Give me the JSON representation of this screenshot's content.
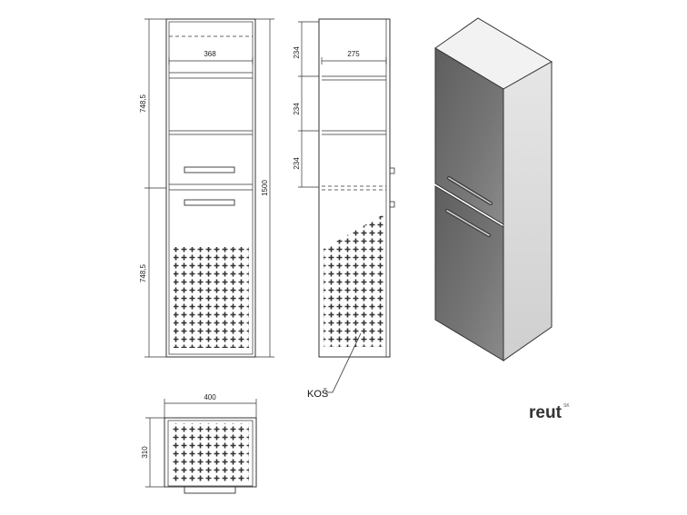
{
  "front_view": {
    "width_inner": "368",
    "height_upper": "748,5",
    "height_lower": "748,5",
    "height_total": "1500"
  },
  "side_view": {
    "depth_inner": "275",
    "shelf_1": "234",
    "shelf_2": "234",
    "shelf_3": "234",
    "basket_label": "KOŠ"
  },
  "top_view": {
    "width": "400",
    "depth": "310"
  },
  "brand": {
    "name": "reut",
    "mark": "SK"
  },
  "colors": {
    "line": "#333333",
    "cabinet_front": "#6b6b6b",
    "cabinet_side": "#dcdcdc",
    "cabinet_top": "#f2f2f2"
  }
}
